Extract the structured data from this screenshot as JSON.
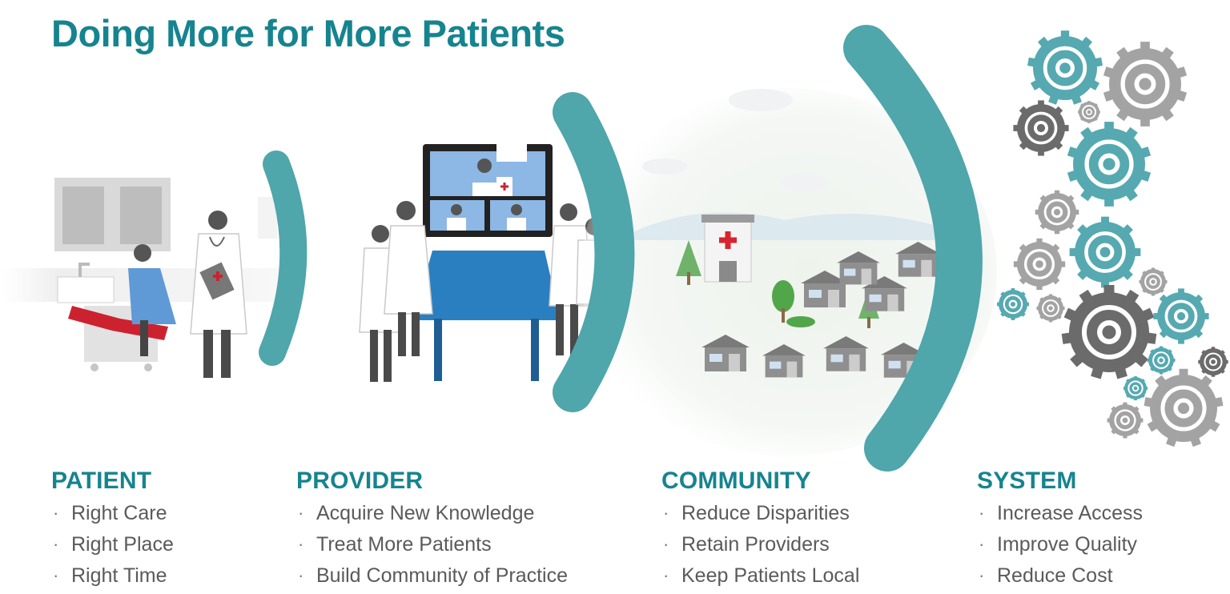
{
  "title": "Doing More for More Patients",
  "colors": {
    "accent": "#16848f",
    "teal_arc": "#4fa6ab",
    "text": "#5a5a5a",
    "table_blue": "#2a7fc1",
    "cross_red": "#d8242e"
  },
  "columns": [
    {
      "heading": "PATIENT",
      "items": [
        "Right Care",
        "Right Place",
        "Right Time"
      ]
    },
    {
      "heading": "PROVIDER",
      "items": [
        "Acquire New Knowledge",
        "Treat More Patients",
        "Build Community of Practice"
      ]
    },
    {
      "heading": "COMMUNITY",
      "items": [
        "Reduce Disparities",
        "Retain Providers",
        "Keep Patients Local"
      ]
    },
    {
      "heading": "SYSTEM",
      "items": [
        "Increase Access",
        "Improve Quality",
        "Reduce Cost"
      ]
    }
  ]
}
